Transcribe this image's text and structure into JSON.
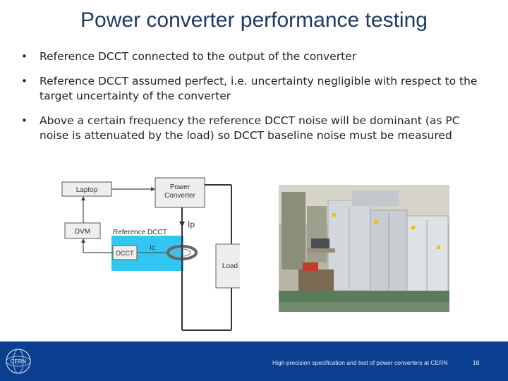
{
  "slide": {
    "title": "Power converter performance testing",
    "bullets": [
      "Reference DCCT connected to the output of the converter",
      "Reference DCCT assumed perfect, i.e. uncertainty negligible with respect to the target uncertainty of the converter",
      "Above a certain frequency the reference DCCT noise will be dominant (as PC noise is attenuated by the load) so DCCT baseline noise must be measured"
    ],
    "bullet_symbol": "•"
  },
  "diagram": {
    "laptop": "Laptop",
    "power_converter_line1": "Power",
    "power_converter_line2": "Converter",
    "dvm": "DVM",
    "reference_dcct": "Reference DCCT",
    "dcct": "DCCT",
    "ip": "Ip",
    "ic": "Ic",
    "load": "Load"
  },
  "footer": {
    "caption": "High precision specification and test of power converters at CERN",
    "page_number": "18",
    "logo_text": "CERN"
  },
  "colors": {
    "title": "#1f3864",
    "footer_band": "#0a3f8f",
    "dcct_highlight": "#33c6f2"
  }
}
